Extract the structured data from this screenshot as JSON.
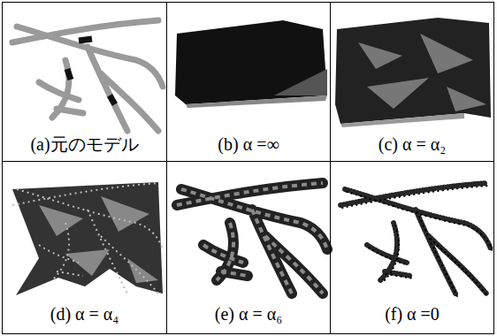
{
  "diagram": {
    "nodes": [
      {
        "text": [
          "(a)元のモデル"
        ]
      },
      {
        "text": [
          "(b) α =∞"
        ]
      },
      {
        "text": [
          "(c) α = α₂"
        ]
      },
      {
        "text": [
          "(d) α = α₄"
        ]
      },
      {
        "text": [
          "(e) α = α₆"
        ]
      },
      {
        "text": [
          "(f) α =0"
        ]
      }
    ]
  }
}
